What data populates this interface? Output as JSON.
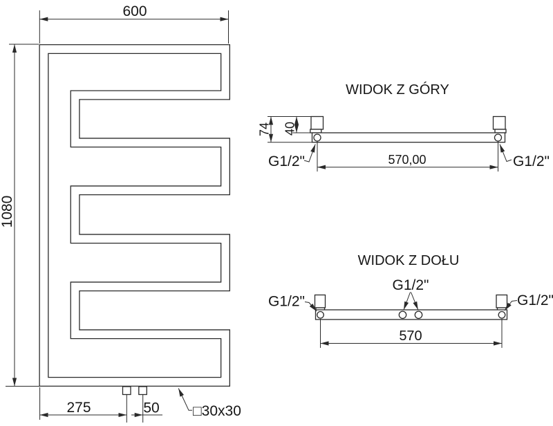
{
  "front_view": {
    "dim_width": "600",
    "dim_height": "1080",
    "dim_connection_offset": "275",
    "dim_connection_spacing": "50",
    "profile_label": "□30x30"
  },
  "top_view": {
    "title": "WIDOK Z GÓRY",
    "dim_depth": "74",
    "dim_wall_offset": "40",
    "dim_span": "570,00",
    "connection_left": "G1/2\"",
    "connection_right": "G1/2\""
  },
  "bottom_view": {
    "title": "WIDOK Z DOŁU",
    "dim_span": "570",
    "connection_left": "G1/2\"",
    "connection_center": "G1/2\"",
    "connection_right": "G1/2\""
  },
  "colors": {
    "line": "#2a2a2a",
    "background": "#ffffff"
  }
}
